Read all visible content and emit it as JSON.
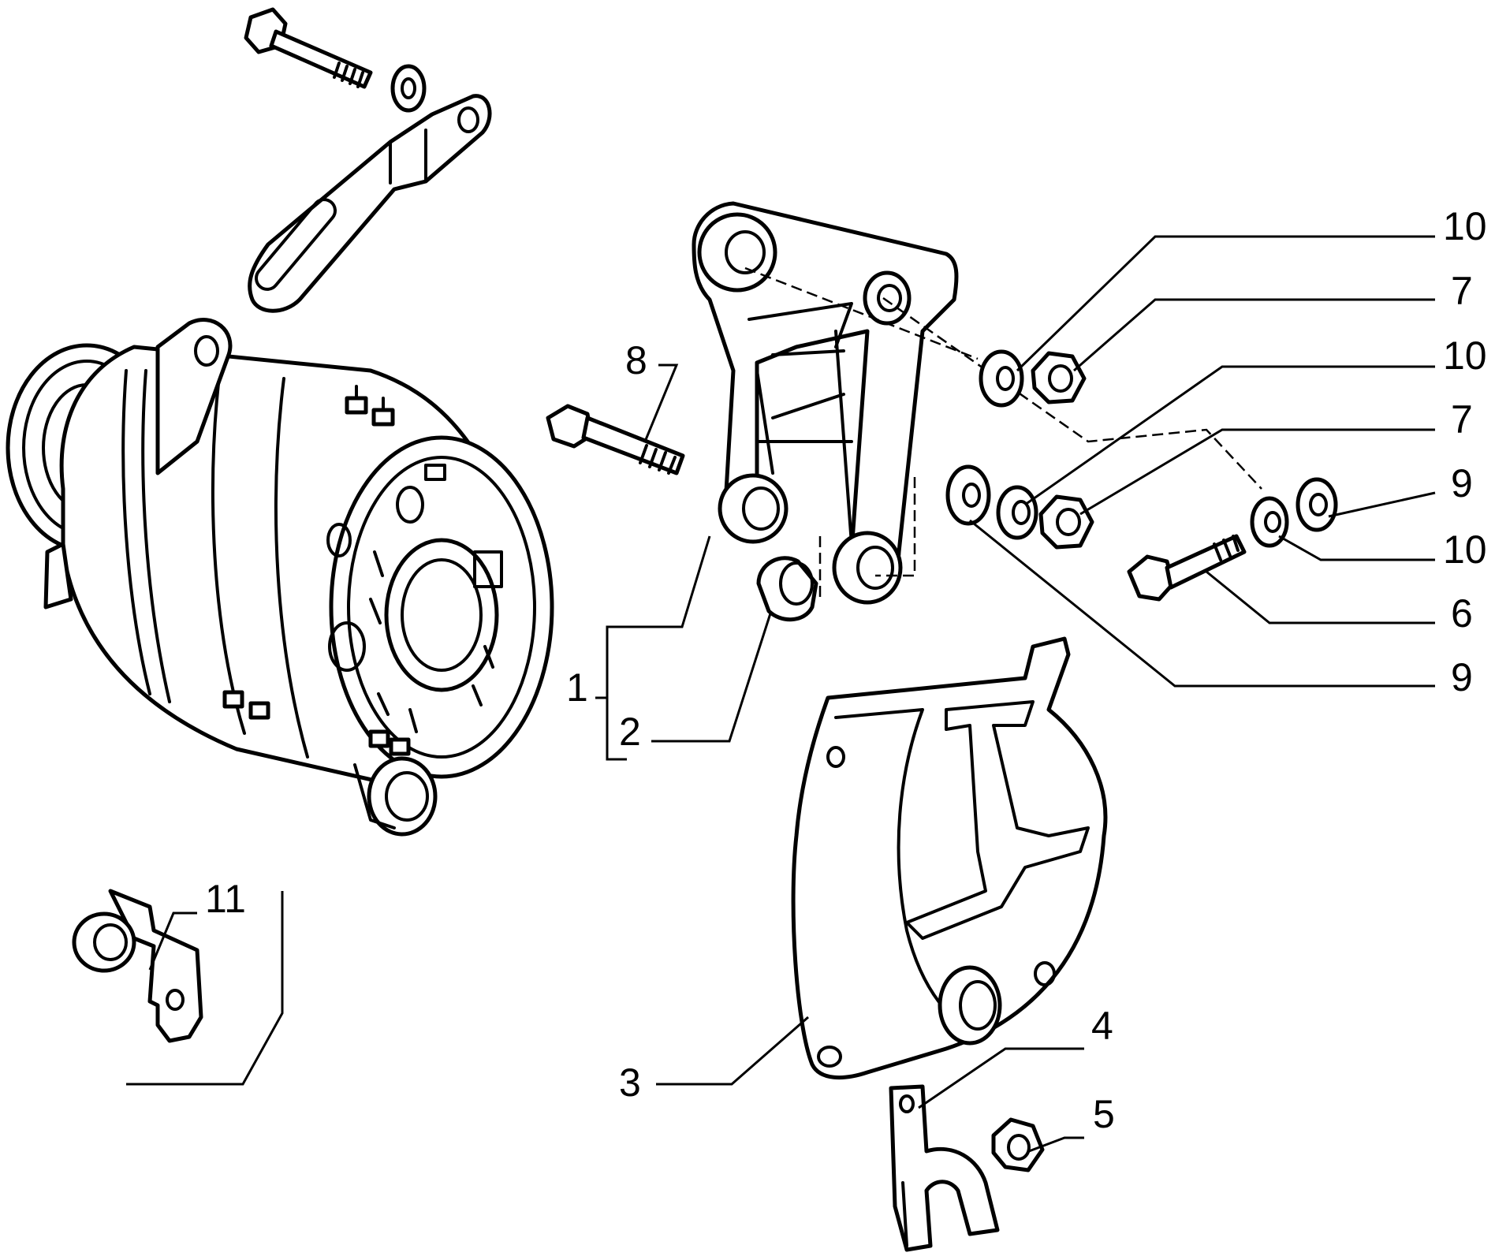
{
  "callouts": {
    "c1": "1",
    "c2": "2",
    "c3": "3",
    "c4": "4",
    "c5": "5",
    "c6": "6",
    "c7a": "7",
    "c7b": "7",
    "c8": "8",
    "c9a": "9",
    "c9b": "9",
    "c10a": "10",
    "c10b": "10",
    "c10c": "10",
    "c11": "11"
  },
  "colors": {
    "line": "#000000",
    "background": "#ffffff"
  }
}
